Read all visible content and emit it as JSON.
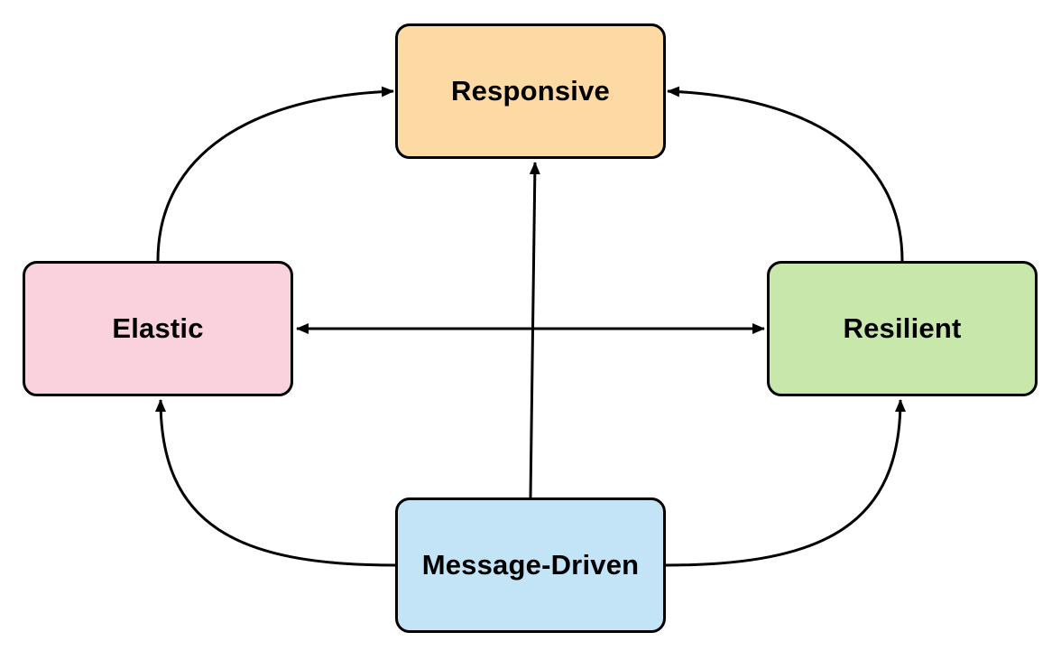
{
  "diagram": {
    "nodes": {
      "responsive": {
        "label": "Responsive",
        "fill": "#fdd9a3"
      },
      "elastic": {
        "label": "Elastic",
        "fill": "#f9d2de"
      },
      "resilient": {
        "label": "Resilient",
        "fill": "#c8e7ab"
      },
      "message_driven": {
        "label": "Message-Driven",
        "fill": "#c3e3f6"
      }
    },
    "edges": [
      {
        "from": "elastic",
        "to": "responsive"
      },
      {
        "from": "resilient",
        "to": "responsive"
      },
      {
        "from": "message_driven",
        "to": "responsive"
      },
      {
        "from": "elastic",
        "to": "resilient",
        "bidirectional": true
      },
      {
        "from": "message_driven",
        "to": "elastic"
      },
      {
        "from": "message_driven",
        "to": "resilient"
      }
    ],
    "stroke_color": "#000000"
  }
}
